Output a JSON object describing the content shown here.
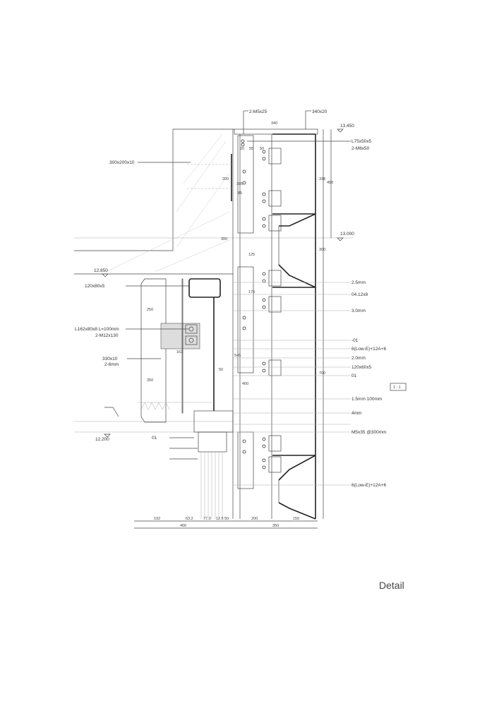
{
  "caption": "Detail",
  "elevations": [
    "13.450",
    "13.000",
    "12.850",
    "12.200"
  ],
  "top_labels": {
    "bolt_top": "2-M5x25",
    "plate_top": "340x20",
    "plate_width": "340",
    "embed_plate": "300x200x10"
  },
  "right_top_labels": [
    "L75x50x5",
    "2-M6x50"
  ],
  "right_labels": [
    "2.5mm",
    "04.12x8",
    "3.0mm",
    "-01",
    "6(Low-E)+12A+6",
    "2.0mm",
    "120x60x5",
    "01",
    "1.5mm 100mm",
    "4mm",
    "",
    "M5x35 @300mm",
    "6(Low-E)+12A+6"
  ],
  "left_labels": [
    "120x80x5",
    "L162x80x8 L=100mm",
    "2-M12x130",
    "330x10",
    "2-8mm",
    "",
    "01"
  ],
  "dims_vertical": {
    "d338": "338",
    "d450": "450",
    "d300a": "300",
    "d300b": "300",
    "d700": "700",
    "d200": "200",
    "d385": "385",
    "d125": "125",
    "d250": "250",
    "d350": "350",
    "d400": "400",
    "d545": "545",
    "d175": "175"
  },
  "dims_bottom_row1": [
    "192",
    "63.2",
    "77.3",
    "12.5",
    "50",
    "200",
    "150"
  ],
  "dims_bottom_row2": [
    "400",
    "350"
  ],
  "dims_small": {
    "d162": "162",
    "d50": "50",
    "d85": "85",
    "d20": "20",
    "d55": "55",
    "d50b": "50"
  },
  "legend_box": "1 : 1"
}
